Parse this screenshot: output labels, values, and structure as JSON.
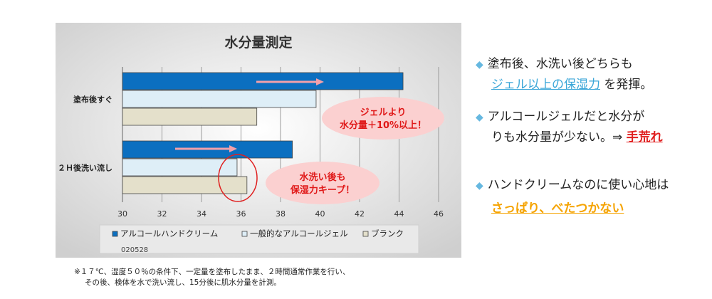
{
  "chart_data": {
    "type": "bar",
    "orientation": "horizontal",
    "title": "水分量測定",
    "categories": [
      "塗布後すぐ",
      "２Ｈ後洗い流し"
    ],
    "series": [
      {
        "name": "アルコールハンドクリーム",
        "values": [
          44.2,
          38.6
        ],
        "color": "#0b6fc0"
      },
      {
        "name": "一般的なアルコールジェル",
        "values": [
          39.8,
          35.8
        ],
        "color": "#deeef7"
      },
      {
        "name": "ブランク",
        "values": [
          36.8,
          36.3
        ],
        "color": "#e4e0cb"
      }
    ],
    "xlim": [
      30,
      46
    ],
    "xticks": [
      30,
      32,
      34,
      36,
      38,
      40,
      42,
      44,
      46
    ],
    "grid": true,
    "legend_position": "bottom",
    "code": "020528",
    "annotations": [
      {
        "lines": [
          "ジェルより",
          "水分量＋10%以上！"
        ]
      },
      {
        "lines": [
          "水洗い後も",
          "保湿力キープ！"
        ]
      }
    ]
  },
  "note": {
    "line1": "※１７℃、湿度５０％の条件下、一定量を塗布したまま、２時間通常作業を行い、",
    "line2": "その後、検体を水で洗い流し、15分後に肌水分量を計測。"
  },
  "bullets": {
    "b1_line1": "塗布後、水洗い後どちらも",
    "b1_link": "ジェル以上の保湿力",
    "b1_rest": "を発揮。",
    "b2_line1": "アルコールジェルだと水分が",
    "b2_line2": "りも水分量が少ない。⇒",
    "b2_link": "手荒れ",
    "b3_line1": "ハンドクリームなのに使い心地は",
    "b3_line2": "さっぱり、べたつかない"
  },
  "colors": {
    "accent_red": "#e02020",
    "accent_blue": "#3aa6d8",
    "accent_orange": "#f5a300"
  },
  "icons": {
    "bullet": "diamond-icon"
  }
}
